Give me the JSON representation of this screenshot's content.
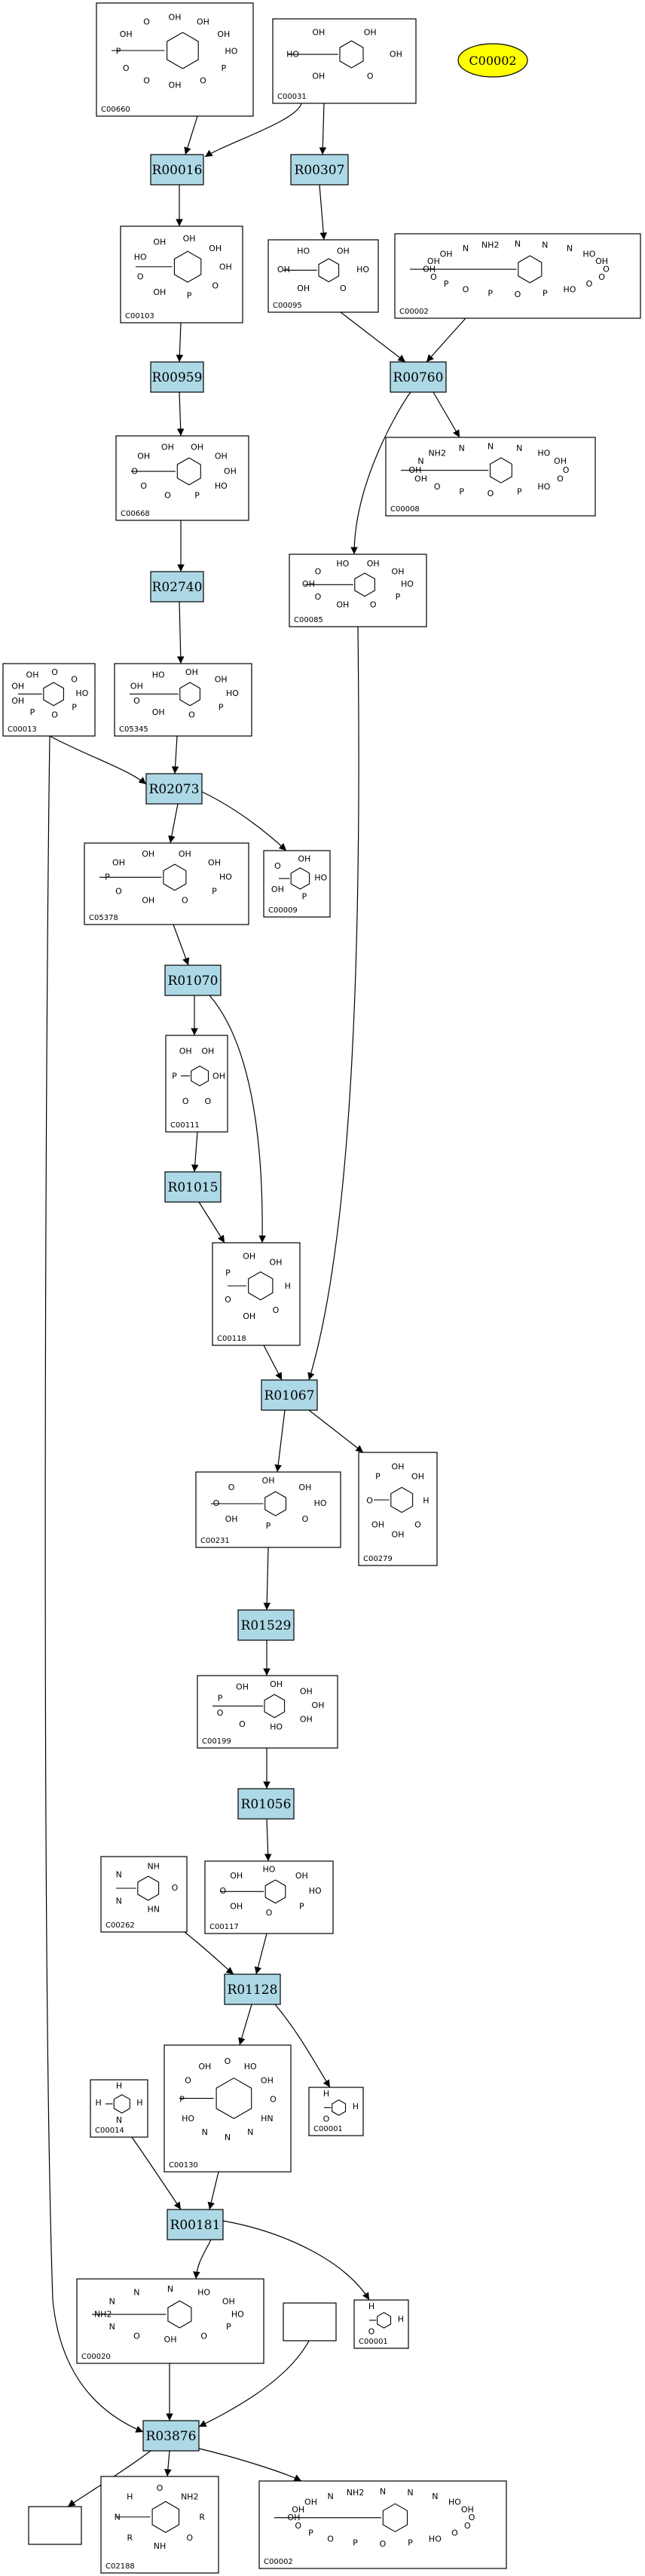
{
  "legend": {
    "label": "C00002",
    "color": "#ffff00"
  },
  "reactions": [
    {
      "id": "R00016",
      "label": "R00016"
    },
    {
      "id": "R00307",
      "label": "R00307"
    },
    {
      "id": "R00959",
      "label": "R00959"
    },
    {
      "id": "R00760",
      "label": "R00760"
    },
    {
      "id": "R02740",
      "label": "R02740"
    },
    {
      "id": "R02073",
      "label": "R02073"
    },
    {
      "id": "R01070",
      "label": "R01070"
    },
    {
      "id": "R01015",
      "label": "R01015"
    },
    {
      "id": "R01067",
      "label": "R01067"
    },
    {
      "id": "R01529",
      "label": "R01529"
    },
    {
      "id": "R01056",
      "label": "R01056"
    },
    {
      "id": "R01128",
      "label": "R01128"
    },
    {
      "id": "R00181",
      "label": "R00181"
    },
    {
      "id": "R03876",
      "label": "R03876"
    }
  ],
  "compounds": [
    {
      "key": "c00660",
      "label": "C00660",
      "atoms": [
        "HO",
        "P",
        "O",
        "OH",
        "O",
        "O",
        "P",
        "OH",
        "O",
        "OH",
        "OH",
        "OH"
      ]
    },
    {
      "key": "c00031",
      "label": "C00031",
      "atoms": [
        "OH",
        "O",
        "OH",
        "HO",
        "OH",
        "OH"
      ]
    },
    {
      "key": "c00103",
      "label": "C00103",
      "atoms": [
        "OH",
        "O",
        "P",
        "OH",
        "O",
        "HO",
        "OH",
        "OH",
        "OH"
      ]
    },
    {
      "key": "c00095",
      "label": "C00095",
      "atoms": [
        "HO",
        "O",
        "OH",
        "OH",
        "HO",
        "OH"
      ]
    },
    {
      "key": "c00002a",
      "label": "C00002",
      "atoms": [
        "O",
        "O",
        "O",
        "HO",
        "P",
        "O",
        "P",
        "O",
        "P",
        "O",
        "OH",
        "OH",
        "OH",
        "N",
        "NH2",
        "N",
        "N",
        "N",
        "HO",
        "OH"
      ]
    },
    {
      "key": "c00668",
      "label": "C00668",
      "atoms": [
        "OH",
        "HO",
        "P",
        "O",
        "O",
        "O",
        "OH",
        "OH",
        "OH",
        "OH"
      ]
    },
    {
      "key": "c00008",
      "label": "C00008",
      "atoms": [
        "O",
        "O",
        "HO",
        "P",
        "O",
        "P",
        "O",
        "OH",
        "OH",
        "N",
        "NH2",
        "N",
        "N",
        "N",
        "HO",
        "OH"
      ]
    },
    {
      "key": "c00085",
      "label": "C00085",
      "atoms": [
        "HO",
        "P",
        "O",
        "OH",
        "O",
        "OH",
        "O",
        "HO",
        "OH",
        "OH"
      ]
    },
    {
      "key": "c00013",
      "label": "C00013",
      "atoms": [
        "HO",
        "P",
        "O",
        "P",
        "OH",
        "OH",
        "OH",
        "O",
        "O"
      ]
    },
    {
      "key": "c05345",
      "label": "C05345",
      "atoms": [
        "HO",
        "P",
        "O",
        "OH",
        "O",
        "OH",
        "HO",
        "OH",
        "OH"
      ]
    },
    {
      "key": "c05378",
      "label": "C05378",
      "atoms": [
        "HO",
        "P",
        "O",
        "OH",
        "O",
        "P",
        "OH",
        "OH",
        "OH",
        "OH"
      ]
    },
    {
      "key": "c00009",
      "label": "C00009",
      "atoms": [
        "HO",
        "P",
        "OH",
        "O",
        "OH"
      ]
    },
    {
      "key": "c00111",
      "label": "C00111",
      "atoms": [
        "OH",
        "O",
        "O",
        "P",
        "OH",
        "OH"
      ]
    },
    {
      "key": "c00118",
      "label": "C00118",
      "atoms": [
        "H",
        "O",
        "OH",
        "O",
        "P",
        "OH",
        "OH"
      ]
    },
    {
      "key": "c00231",
      "label": "C00231",
      "atoms": [
        "HO",
        "O",
        "P",
        "OH",
        "O",
        "O",
        "OH",
        "OH"
      ]
    },
    {
      "key": "c00279",
      "label": "C00279",
      "atoms": [
        "H",
        "O",
        "OH",
        "OH",
        "O",
        "P",
        "OH",
        "OH"
      ]
    },
    {
      "key": "c00199",
      "label": "C00199",
      "atoms": [
        "OH",
        "OH",
        "HO",
        "O",
        "O",
        "P",
        "OH",
        "OH",
        "OH"
      ]
    },
    {
      "key": "c00117",
      "label": "C00117",
      "atoms": [
        "HO",
        "P",
        "O",
        "OH",
        "O",
        "OH",
        "HO",
        "OH"
      ]
    },
    {
      "key": "c00262",
      "label": "C00262",
      "atoms": [
        "O",
        "HN",
        "N",
        "N",
        "NH"
      ]
    },
    {
      "key": "c00130",
      "label": "C00130",
      "atoms": [
        "O",
        "HN",
        "N",
        "N",
        "N",
        "HO",
        "P",
        "O",
        "OH",
        "O",
        "HO",
        "OH"
      ]
    },
    {
      "key": "c00001a",
      "label": "C00001",
      "atoms": [
        "H",
        "O",
        "H"
      ]
    },
    {
      "key": "c00014",
      "label": "C00014",
      "atoms": [
        "H",
        "N",
        "H",
        "H"
      ]
    },
    {
      "key": "c00020",
      "label": "C00020",
      "atoms": [
        "HO",
        "P",
        "O",
        "OH",
        "O",
        "N",
        "NH2",
        "N",
        "N",
        "N",
        "HO",
        "OH"
      ]
    },
    {
      "key": "c00001b",
      "label": "C00001",
      "atoms": [
        "H",
        "O",
        "H"
      ]
    },
    {
      "key": "c02188",
      "label": "C02188",
      "atoms": [
        "R",
        "O",
        "NH",
        "R",
        "N",
        "H",
        "O",
        "NH2"
      ]
    },
    {
      "key": "c00002b",
      "label": "C00002",
      "atoms": [
        "O",
        "O",
        "O",
        "HO",
        "P",
        "O",
        "P",
        "O",
        "P",
        "O",
        "OH",
        "OH",
        "OH",
        "N",
        "NH2",
        "N",
        "N",
        "N",
        "HO",
        "OH"
      ]
    },
    {
      "key": "blank1",
      "label": "",
      "atoms": []
    },
    {
      "key": "blank2",
      "label": "",
      "atoms": []
    }
  ]
}
